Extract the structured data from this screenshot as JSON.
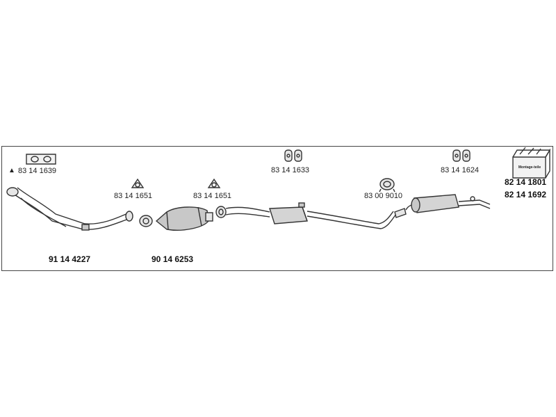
{
  "parts": {
    "gasket_top_left": "83 14 1639",
    "mount_a": "83 14 1651",
    "mount_b": "83 14 1651",
    "rubber_mount_center": "83 14 1633",
    "clamp_ring": "83 00 9010",
    "rubber_mount_right": "83 14 1624",
    "kit_1": "82 14 1801",
    "kit_2": "82 14 1692",
    "front_pipe": "91 14 4227",
    "catalyst": "90 14 6253"
  },
  "annotations": {
    "warning_symbol": "▲",
    "kit_box_text": "Montage-teile"
  },
  "colors": {
    "line": "#333333",
    "fill_light": "#e6e6e6",
    "fill_mid": "#c8c8c8"
  }
}
